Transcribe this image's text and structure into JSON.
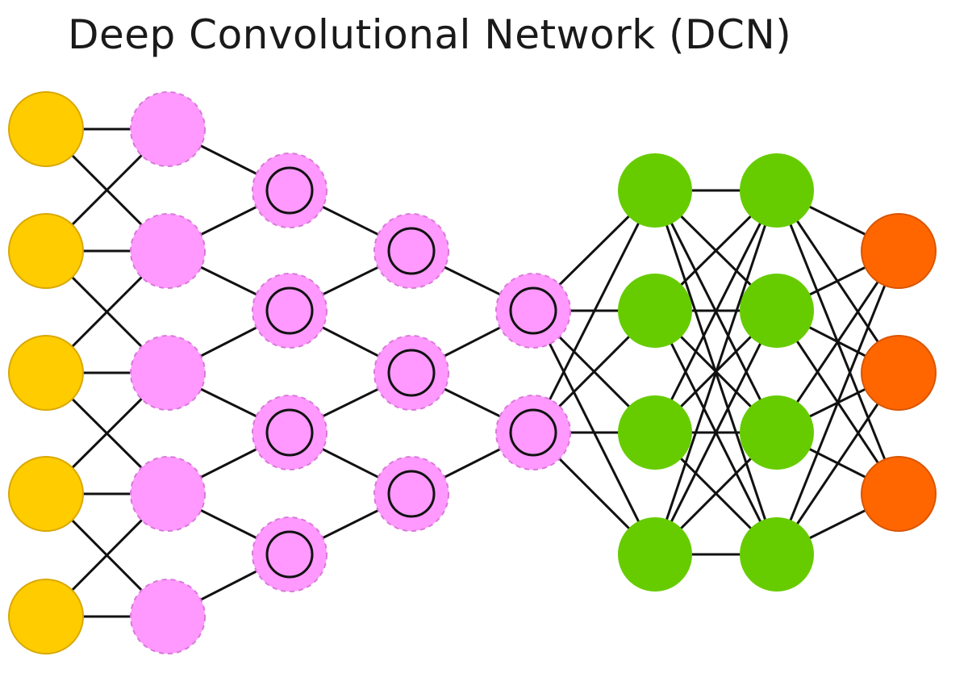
{
  "title": "Deep Convolutional Network (DCN)",
  "colors": {
    "input": "#FFCC00",
    "input_stroke": "#D9A800",
    "kernel": "#FF99FF",
    "kernel_stroke": "#D978D9",
    "convolution": "#FF99FF",
    "hidden": "#66CC00",
    "output": "#FF6600",
    "output_stroke": "#D95500",
    "edge": "#111111"
  },
  "layers": [
    {
      "kind": "input",
      "count": 5
    },
    {
      "kind": "kernel",
      "count": 5
    },
    {
      "kind": "convolution",
      "count": 4
    },
    {
      "kind": "convolution",
      "count": 3
    },
    {
      "kind": "convolution",
      "count": 2
    },
    {
      "kind": "hidden",
      "count": 4
    },
    {
      "kind": "hidden",
      "count": 4
    },
    {
      "kind": "output",
      "count": 3
    }
  ]
}
